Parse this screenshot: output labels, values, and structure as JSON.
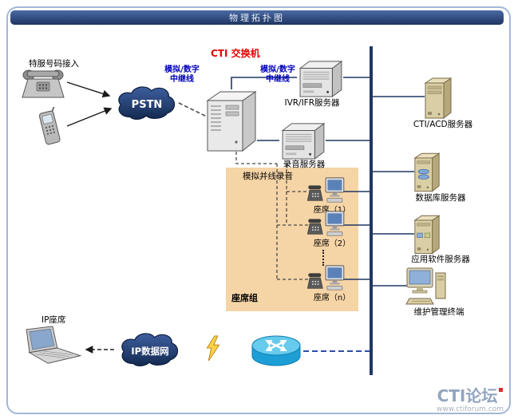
{
  "title": "物理拓扑图",
  "labels": {
    "access": "特服号码接入",
    "pstn": "PSTN",
    "cti_switch": "CTI 交换机",
    "trunk1_l1": "模拟/数字",
    "trunk1_l2": "中继线",
    "trunk2_l1": "模拟/数字",
    "trunk2_l2": "中继线",
    "ivr": "IVR/IFR服务器",
    "recording": "录音服务器",
    "cti_acd": "CTI/ACD服务器",
    "database": "数据库服务器",
    "app": "应用软件服务器",
    "maintenance": "维护管理终端",
    "parallel_recording": "模拟并线录音",
    "agent_group": "座席组",
    "ip_agent": "IP座席",
    "ip_network": "IP数据网"
  },
  "agents": [
    {
      "label": "座席（1）"
    },
    {
      "label": "座席（2）"
    },
    {
      "label": "座席（n）"
    }
  ],
  "watermark": {
    "brand": "CTI论坛",
    "url": "www.ctiforum.com"
  },
  "colors": {
    "title_bar": "#1E3560",
    "accent_red": "#E60000",
    "trunk_blue": "#0000BB",
    "backbone": "#1F3864",
    "agent_box": "#F5D4A6",
    "cloud": "#16294F",
    "router_link": "#2B50A8"
  }
}
